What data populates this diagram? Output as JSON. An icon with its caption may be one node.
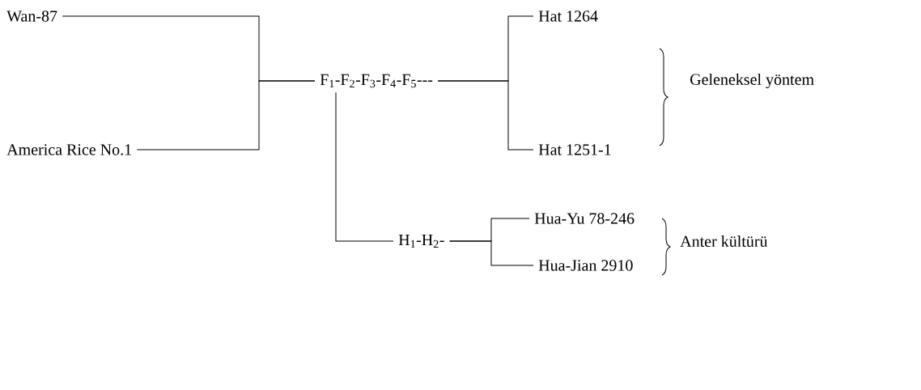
{
  "diagram": {
    "nodes": [
      {
        "text": [
          "Wan-87"
        ]
      },
      {
        "text": [
          "America Rice No.1"
        ]
      },
      {
        "text": [
          "F$_{1}$-F$_{2}$-F$_{3}$-F$_{4}$-F$_{5}$---"
        ]
      },
      {
        "text": [
          "Hat 1264"
        ]
      },
      {
        "text": [
          "Hat 1251-1"
        ]
      },
      {
        "text": [
          "H$_{1}$-H$_{2}$-"
        ]
      },
      {
        "text": [
          "Hua-Yu 78-246"
        ]
      },
      {
        "text": [
          "Hua-Jian 2910"
        ]
      }
    ],
    "edges": [
      {
        "from": 0,
        "to": 2,
        "arrow": "none"
      },
      {
        "from": 1,
        "to": 2,
        "arrow": "none"
      },
      {
        "from": 2,
        "to": 3,
        "arrow": "none"
      },
      {
        "from": 2,
        "to": 4,
        "arrow": "none"
      },
      {
        "from": 2,
        "to": 5,
        "arrow": "none"
      },
      {
        "from": 5,
        "to": 6,
        "arrow": "none"
      },
      {
        "from": 5,
        "to": 7,
        "arrow": "none"
      }
    ],
    "labels": [
      "Geleneksel yöntem",
      "Anter kültürü"
    ]
  }
}
